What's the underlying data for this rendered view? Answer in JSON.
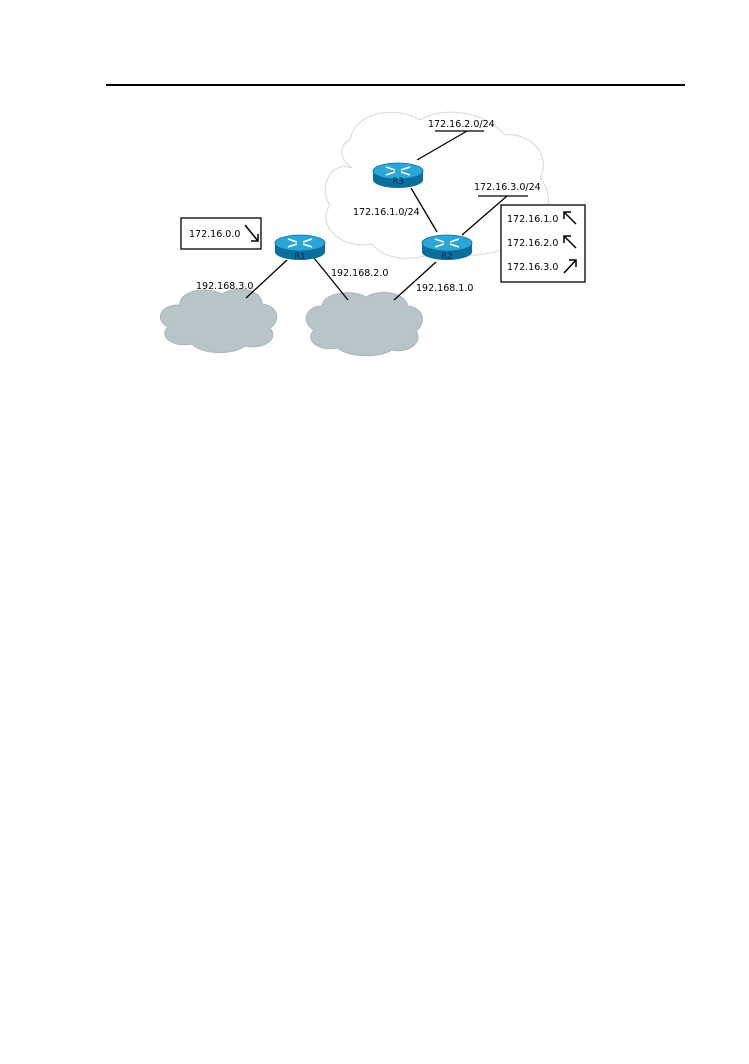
{
  "diagram": {
    "routers": [
      {
        "id": "R1",
        "label": "R1"
      },
      {
        "id": "R2",
        "label": "R2"
      },
      {
        "id": "R3",
        "label": "R3"
      }
    ],
    "networks": {
      "r3_lan": "172.16.2.0/24",
      "r2_lan": "172.16.3.0/24",
      "r2_r3_link": "172.16.1.0/24",
      "r1_lan": "192.168.3.0",
      "r1_r2_link": "192.168.2.0",
      "r2_wan": "192.168.1.0"
    },
    "r1_summary_box": {
      "entries": [
        {
          "network": "172.16.0.0",
          "arrow": "down-right"
        }
      ]
    },
    "r2_route_box": {
      "entries": [
        {
          "network": "172.16.1.0",
          "arrow": "up-left"
        },
        {
          "network": "172.16.2.0",
          "arrow": "up-left"
        },
        {
          "network": "172.16.3.0",
          "arrow": "up-right"
        }
      ]
    },
    "colors": {
      "router_top": "#29a7d8",
      "router_side": "#0b6f9e",
      "cloud_fill": "#b7c5c8",
      "cloud_stroke": "#a9b8bb",
      "domain_cloud_stroke": "#d8d8d8"
    }
  }
}
